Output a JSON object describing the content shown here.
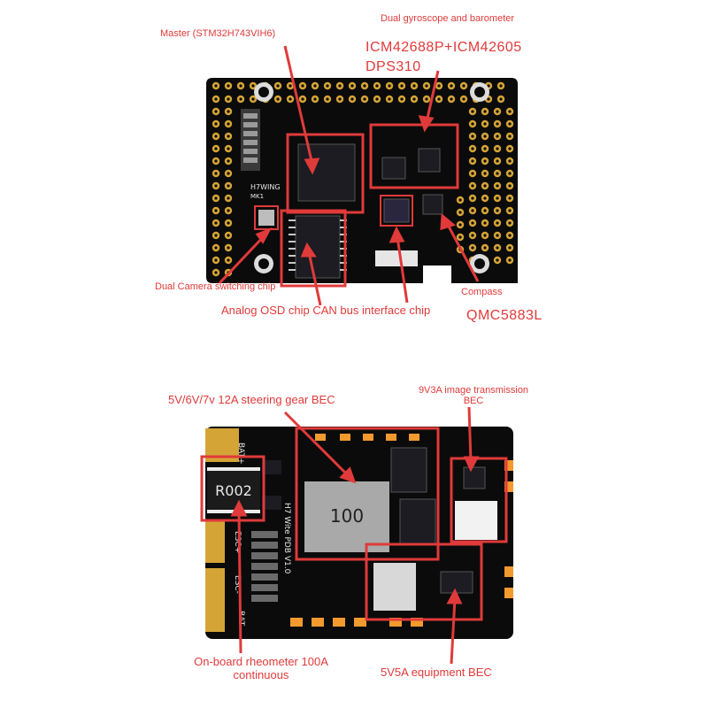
{
  "colors": {
    "annotation": "#e03a3a",
    "pcb": "#0b0b0b",
    "pad_gold": "#d4a437",
    "chip": "#1c1c22"
  },
  "fc_board": {
    "silk_model": "H7WING",
    "silk_rev": "MK1",
    "labels": {
      "master": "Master (STM32H743VIH6)",
      "dual_gyro": "Dual gyroscope and barometer",
      "gyro_parts": "ICM42688P+ICM42605",
      "baro_part": "DPS310",
      "camera_switch": "Dual Camera switching chip",
      "osd_can": "Analog OSD chip CAN bus interface chip",
      "compass": "Compass",
      "compass_part": "QMC5883L"
    }
  },
  "pdb_board": {
    "resistor_marking": "R002",
    "inductor_marking": "100",
    "silk_text": "H7 Wite PDB V1.0",
    "silk_bat_plus": "BAT+",
    "silk_bat_minus": "BAT-",
    "silk_esc_plus": "ESC+",
    "silk_esc_minus": "ESC-",
    "labels": {
      "steering_bec": "5V/6V/7v 12A steering gear BEC",
      "vtx_bec_line1": "9V3A image transmission",
      "vtx_bec_line2": "BEC",
      "rheometer_line1": "On-board rheometer 100A",
      "rheometer_line2": "continuous",
      "equipment_bec": "5V5A equipment BEC"
    }
  }
}
